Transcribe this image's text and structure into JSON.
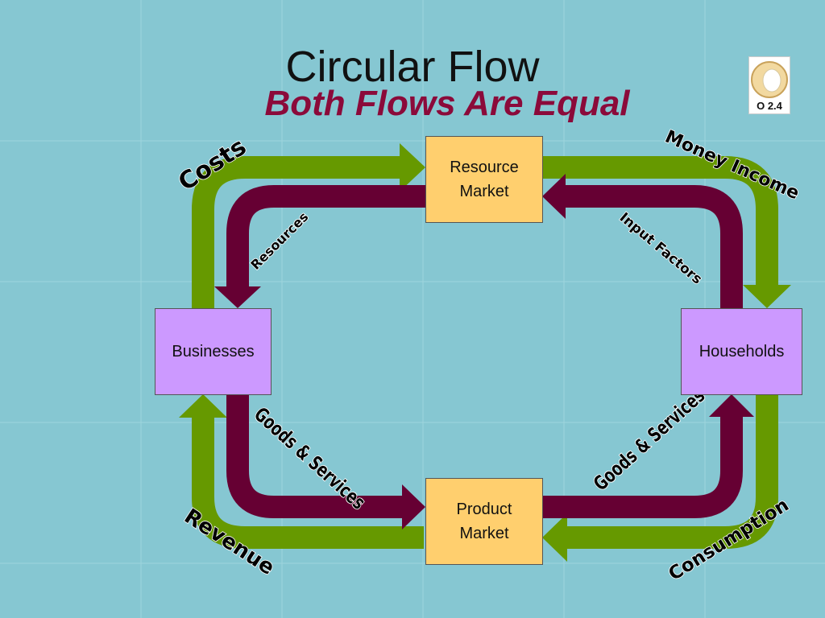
{
  "title": "Circular Flow",
  "subtitle": "Both Flows Are Equal",
  "badge": {
    "label": "O 2.4",
    "icon": "egg-logo-icon"
  },
  "nodes": {
    "resource_market": "Resource Market",
    "product_market": "Product Market",
    "businesses": "Businesses",
    "households": "Households"
  },
  "flows": {
    "costs": "Costs",
    "money_income": "Money Income",
    "resources": "Resources",
    "input_factors": "Input Factors",
    "goods_services_left": "Goods & Services",
    "goods_services_right": "Goods & Services",
    "revenue": "Revenue",
    "consumption": "Consumption"
  },
  "colors": {
    "background": "#86c7d2",
    "money_flow": "#669900",
    "real_flow": "#660033",
    "market_box": "#ffcf6e",
    "agent_box": "#cc99ff",
    "subtitle": "#8b0a3a"
  }
}
